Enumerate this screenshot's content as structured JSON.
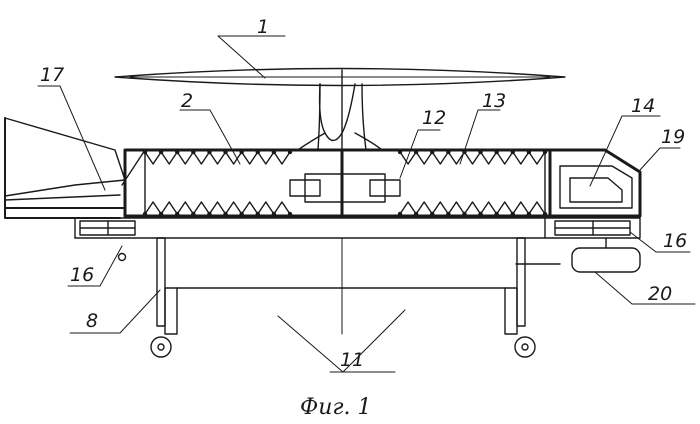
{
  "labels": {
    "l1": "1",
    "l2": "2",
    "l8": "8",
    "l11": "11",
    "l12": "12",
    "l13": "13",
    "l14": "14",
    "l16a": "16",
    "l16b": "16",
    "l17": "17",
    "l19": "19",
    "l20": "20"
  },
  "caption": "Фиг. 1"
}
